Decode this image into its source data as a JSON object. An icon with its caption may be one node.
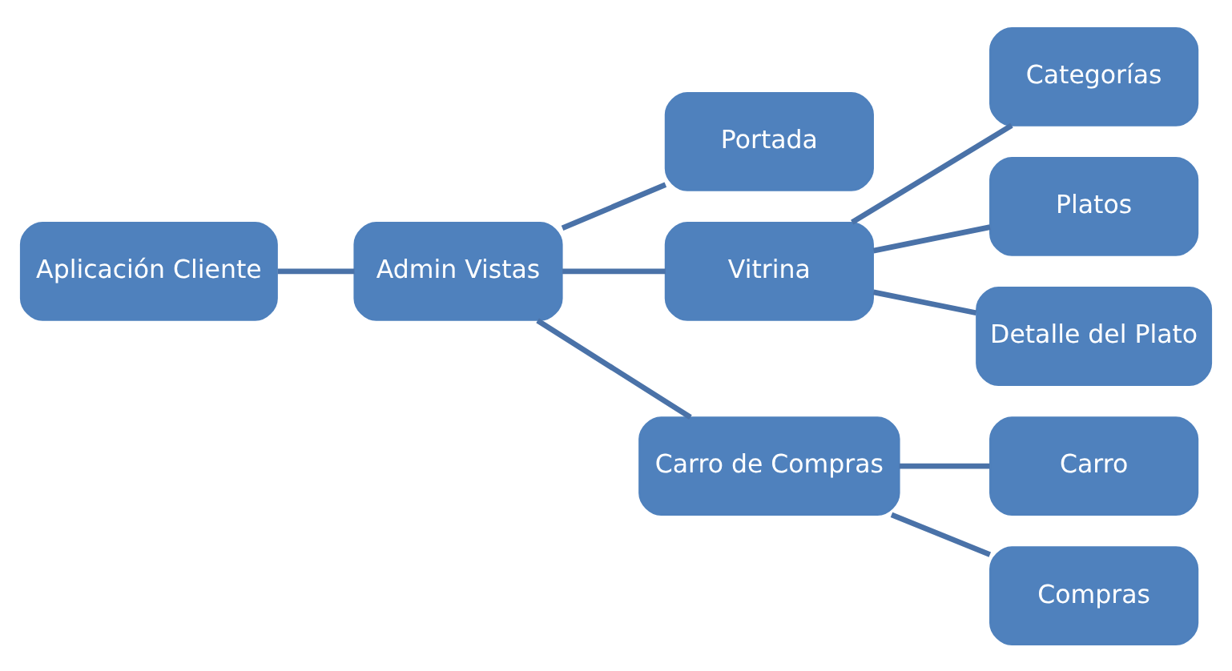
{
  "diagram": {
    "nodes": [
      {
        "text": [
          "Aplicación Cliente"
        ]
      },
      {
        "text": [
          "Admin Vistas"
        ]
      },
      {
        "text": [
          "Portada"
        ]
      },
      {
        "text": [
          "Vitrina"
        ]
      },
      {
        "text": [
          "Carro de Compras"
        ]
      },
      {
        "text": [
          "Categorías"
        ]
      },
      {
        "text": [
          "Platos"
        ]
      },
      {
        "text": [
          "Detalle del Plato"
        ]
      },
      {
        "text": [
          "Carro"
        ]
      },
      {
        "text": [
          "Compras"
        ]
      }
    ],
    "edges": [
      {
        "from": 0,
        "to": 1,
        "arrow": "none"
      },
      {
        "from": 1,
        "to": 2,
        "arrow": "none"
      },
      {
        "from": 1,
        "to": 3,
        "arrow": "none"
      },
      {
        "from": 1,
        "to": 4,
        "arrow": "none"
      },
      {
        "from": 3,
        "to": 5,
        "arrow": "none"
      },
      {
        "from": 3,
        "to": 6,
        "arrow": "none"
      },
      {
        "from": 3,
        "to": 7,
        "arrow": "none"
      },
      {
        "from": 4,
        "to": 8,
        "arrow": "none"
      },
      {
        "from": 4,
        "to": 9,
        "arrow": "none"
      }
    ]
  }
}
